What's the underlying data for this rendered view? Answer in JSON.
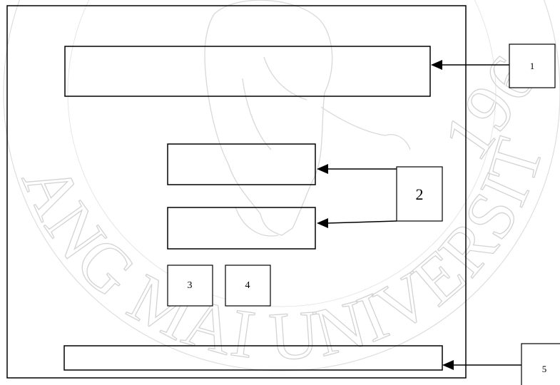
{
  "watermark": {
    "arc_text": "ANG MAI UNIVERSITY",
    "year_text": "196"
  },
  "callouts": {
    "label_1": "1",
    "label_2": "2",
    "label_3": "3",
    "label_4": "4",
    "label_5": "5"
  },
  "colors": {
    "line": "#000000",
    "watermark": "#d3d3d3",
    "background": "#ffffff"
  }
}
